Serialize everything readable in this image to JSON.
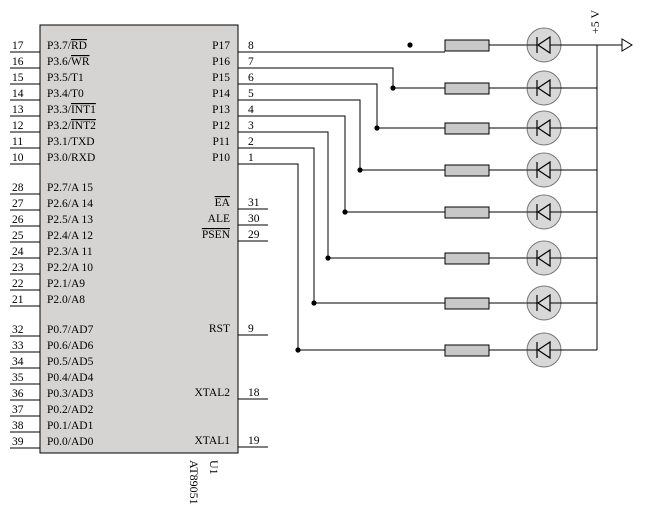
{
  "chip": {
    "ref": "U1",
    "part": "AT89051",
    "left_pins": [
      {
        "num": "17",
        "name": "P3.7/",
        "bar": "RD"
      },
      {
        "num": "16",
        "name": "P3.6/",
        "bar": "WR"
      },
      {
        "num": "15",
        "name": "P3.5/T1",
        "bar": ""
      },
      {
        "num": "14",
        "name": "P3.4/T0",
        "bar": ""
      },
      {
        "num": "13",
        "name": "P3.3/",
        "bar": "INT1"
      },
      {
        "num": "12",
        "name": "P3.2/",
        "bar": "INT2"
      },
      {
        "num": "11",
        "name": "P3.1/TXD",
        "bar": ""
      },
      {
        "num": "10",
        "name": "P3.0/RXD",
        "bar": ""
      },
      {
        "num": "28",
        "name": "P2.7/A 15",
        "bar": ""
      },
      {
        "num": "27",
        "name": "P2.6/A 14",
        "bar": ""
      },
      {
        "num": "26",
        "name": "P2.5/A 13",
        "bar": ""
      },
      {
        "num": "25",
        "name": "P2.4/A 12",
        "bar": ""
      },
      {
        "num": "24",
        "name": "P2.3/A 11",
        "bar": ""
      },
      {
        "num": "23",
        "name": "P2.2/A 10",
        "bar": ""
      },
      {
        "num": "22",
        "name": "P2.1/A9",
        "bar": ""
      },
      {
        "num": "21",
        "name": "P2.0/A8",
        "bar": ""
      },
      {
        "num": "32",
        "name": "P0.7/AD7",
        "bar": ""
      },
      {
        "num": "33",
        "name": "P0.6/AD6",
        "bar": ""
      },
      {
        "num": "34",
        "name": "P0.5/AD5",
        "bar": ""
      },
      {
        "num": "35",
        "name": "P0.4/AD4",
        "bar": ""
      },
      {
        "num": "36",
        "name": "P0.3/AD3",
        "bar": ""
      },
      {
        "num": "37",
        "name": "P0.2/AD2",
        "bar": ""
      },
      {
        "num": "38",
        "name": "P0.1/AD1",
        "bar": ""
      },
      {
        "num": "39",
        "name": "P0.0/AD0",
        "bar": ""
      }
    ],
    "right_pins": [
      {
        "num": "8",
        "name": "P17",
        "bar": false
      },
      {
        "num": "7",
        "name": "P16",
        "bar": false
      },
      {
        "num": "6",
        "name": "P15",
        "bar": false
      },
      {
        "num": "5",
        "name": "P14",
        "bar": false
      },
      {
        "num": "4",
        "name": "P13",
        "bar": false
      },
      {
        "num": "3",
        "name": "P12",
        "bar": false
      },
      {
        "num": "2",
        "name": "P11",
        "bar": false
      },
      {
        "num": "1",
        "name": "P10",
        "bar": false
      },
      {
        "num": "31",
        "name": "EA",
        "bar": true
      },
      {
        "num": "30",
        "name": "ALE",
        "bar": false
      },
      {
        "num": "29",
        "name": "PSEN",
        "bar": true
      },
      {
        "num": "9",
        "name": "RST",
        "bar": false
      },
      {
        "num": "18",
        "name": "XTAL2",
        "bar": false
      },
      {
        "num": "19",
        "name": "XTAL1",
        "bar": false
      }
    ]
  },
  "supply": {
    "label": "+5 V"
  },
  "led_count": 8,
  "colors": {
    "chip_fill": "#d6d3d3",
    "resistor_fill": "#c8c8c8",
    "led_fill": "#d8d8d8",
    "wire": "#000000"
  }
}
